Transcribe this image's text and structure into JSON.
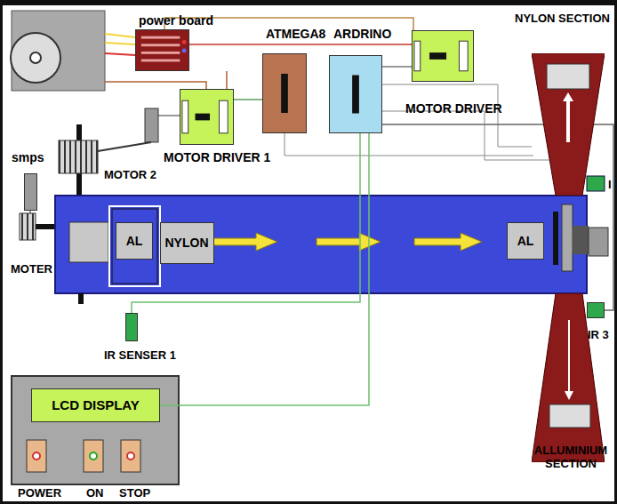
{
  "diagram": {
    "nodes": [
      {
        "text": [
          "power board"
        ]
      },
      {
        "text": [
          "ATMEGA8"
        ]
      },
      {
        "text": [
          "ARDRINO"
        ]
      },
      {
        "text": [
          "NYLON SECTION"
        ]
      },
      {
        "text": [
          "MOTOR DRIVER"
        ]
      },
      {
        "text": [
          "MOTOR DRIVER 1"
        ]
      },
      {
        "text": [
          "smps"
        ]
      },
      {
        "text": [
          "AL"
        ]
      },
      {
        "text": [
          "NYLON"
        ]
      },
      {
        "text": [
          "AL"
        ]
      },
      {
        "text": [
          "IR 3"
        ]
      },
      {
        "text": [
          "IR SENSER 1"
        ]
      },
      {
        "text": [
          "LCD DISPLAY"
        ]
      },
      {
        "text": [
          "ALLUMINIUM SECTION"
        ]
      }
    ],
    "edges": [
      {
        "from": 0,
        "to": 4,
        "arrow": "none"
      },
      {
        "from": 1,
        "to": 5,
        "arrow": "none"
      },
      {
        "from": 2,
        "to": 4,
        "arrow": "none"
      },
      {
        "from": 2,
        "to": 11,
        "arrow": "none"
      },
      {
        "from": 12,
        "to": 2,
        "arrow": "none"
      },
      {
        "from": 2,
        "to": 10,
        "arrow": "none"
      }
    ],
    "labels": [
      "MOTOR 2",
      "MOTER",
      "I",
      "POWER",
      "ON",
      "STOP"
    ]
  }
}
